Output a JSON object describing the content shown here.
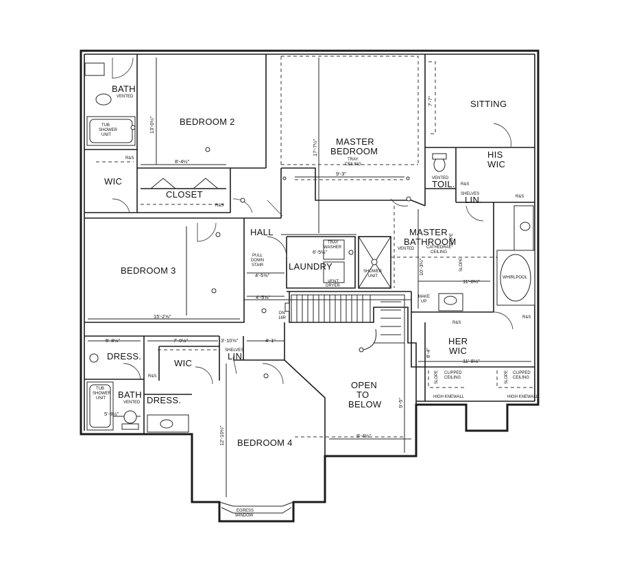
{
  "rooms": {
    "bath_upper": "BATH",
    "vented_upper": "VENTED",
    "tub_shower_upper": [
      "TUB",
      "SHOWER",
      "UNIT"
    ],
    "bedroom2": "BEDROOM 2",
    "master_bedroom": [
      "MASTER",
      "BEDROOM"
    ],
    "tray_ceiling": [
      "TRAY",
      "CEILING"
    ],
    "sitting": "SITTING",
    "his_wic": [
      "HIS",
      "WIC"
    ],
    "vented_toil": "VENTED",
    "toil": "TOIL.",
    "wic": "WIC",
    "closet": "CLOSET",
    "hall": "HALL",
    "master_bathroom": [
      "MASTER",
      "BATHROOM"
    ],
    "vented_mb": "VENTED",
    "cathedral_ceiling": [
      "CATHEDRAL",
      "CEILING"
    ],
    "bedroom3": "BEDROOM 3",
    "pull_down_stair": [
      "PULL",
      "DOWN",
      "STAIR"
    ],
    "laundry": "LAUNDRY",
    "tray_washer": [
      "TRAY",
      "WASHER"
    ],
    "vent_dryer": [
      "VENT",
      "DRYER"
    ],
    "shower_unit": [
      "SHOWER",
      "UNIT"
    ],
    "whirlpool": "WHIRLPOOL",
    "make_up": [
      "MAKE",
      "UP"
    ],
    "dn": [
      "DN",
      "16R"
    ],
    "dress_upper": "DRESS.",
    "wic2": "WIC",
    "shelves_lin": [
      "SHELVES",
      "LIN."
    ],
    "her_wic": [
      "HER",
      "WIC"
    ],
    "clipped_ceiling": [
      "CLIPPED",
      "CEILING"
    ],
    "high_kneewall": "HIGH KNEWALL",
    "bath_lower": "BATH",
    "vented_lower": "VENTED",
    "dress_lower": "DRESS.",
    "tub_shower_lower": [
      "TUB",
      "SHOWER",
      "UNIT"
    ],
    "open_to_below": [
      "OPEN",
      "TO",
      "BELOW"
    ],
    "bedroom4": "BEDROOM 4",
    "egress_window": [
      "EGRESS",
      "WINDOW"
    ],
    "his_shelves": [
      "SHELVES",
      "LIN."
    ],
    "rs": "R&S",
    "slope": "SLOPE"
  },
  "dims": {
    "d_13_0": "13'-0½\"",
    "d_8_4_bed2": "8'-4½\"",
    "d_17_7": "17'-7½\"",
    "d_9_3": "9'-3\"",
    "d_7_7": "7'-7\"",
    "d_6_5": "6'-5½\"",
    "d_4_5a": "4'-5⅝\"",
    "d_4_5b": "4'-5⅝\"",
    "d_10_3": "10'-3½\"",
    "d_11_8a": "11'-8½\"",
    "d_15_2": "15'-2⅝\"",
    "d_5_8a": "5'-8½\"",
    "d_7_0": "7'-0½\"",
    "d_3_10": "3'-10⅝\"",
    "d_4_1": "4'-1\"",
    "d_11_8b": "11'-8½\"",
    "d_8_4_her": "8'-4\"",
    "d_5_8b": "5'-8½\"",
    "d_12_10": "12'-10½\"",
    "d_9_5": "9'-5\"",
    "d_8_4_open": "8'-4½\""
  }
}
